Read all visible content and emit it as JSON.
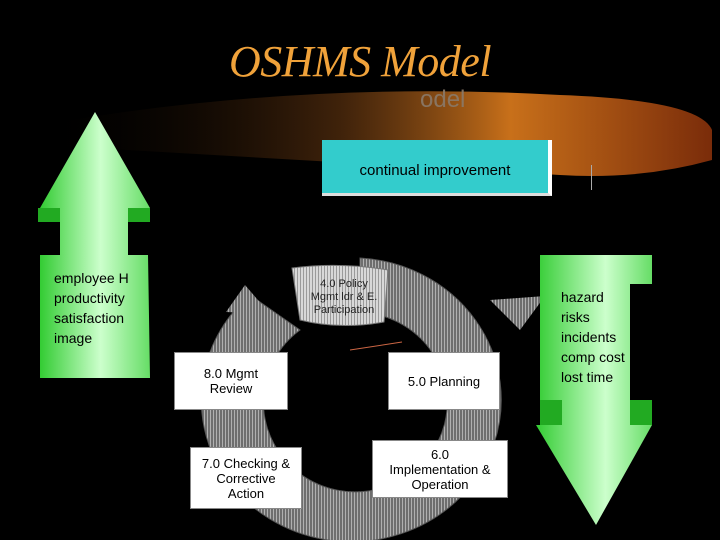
{
  "title": "OSHMS Model",
  "ghost_title": "odel",
  "continual_improvement": "continual improvement",
  "boxes": {
    "policy": "4.0 Policy\nMgmt ldr & E.\nParticipation",
    "review": "8.0 Mgmt\nReview",
    "planning": "5.0 Planning",
    "checking": "7.0 Checking &\nCorrective\nAction",
    "implementation": "6.0\nImplementation &\nOperation"
  },
  "left_arrow": {
    "direction": "up",
    "items": "employee H\nproductivity\nsatisfaction\nimage"
  },
  "right_arrow": {
    "direction": "down",
    "items": "hazard\nrisks\nincidents\ncomp cost\nlost time"
  },
  "colors": {
    "title": "#f0a23a",
    "arrow_green": "#33cc33",
    "arrow_light": "#ccffcc",
    "continual_box": "#33cccc",
    "cycle_gray": "#8a8a8a"
  }
}
